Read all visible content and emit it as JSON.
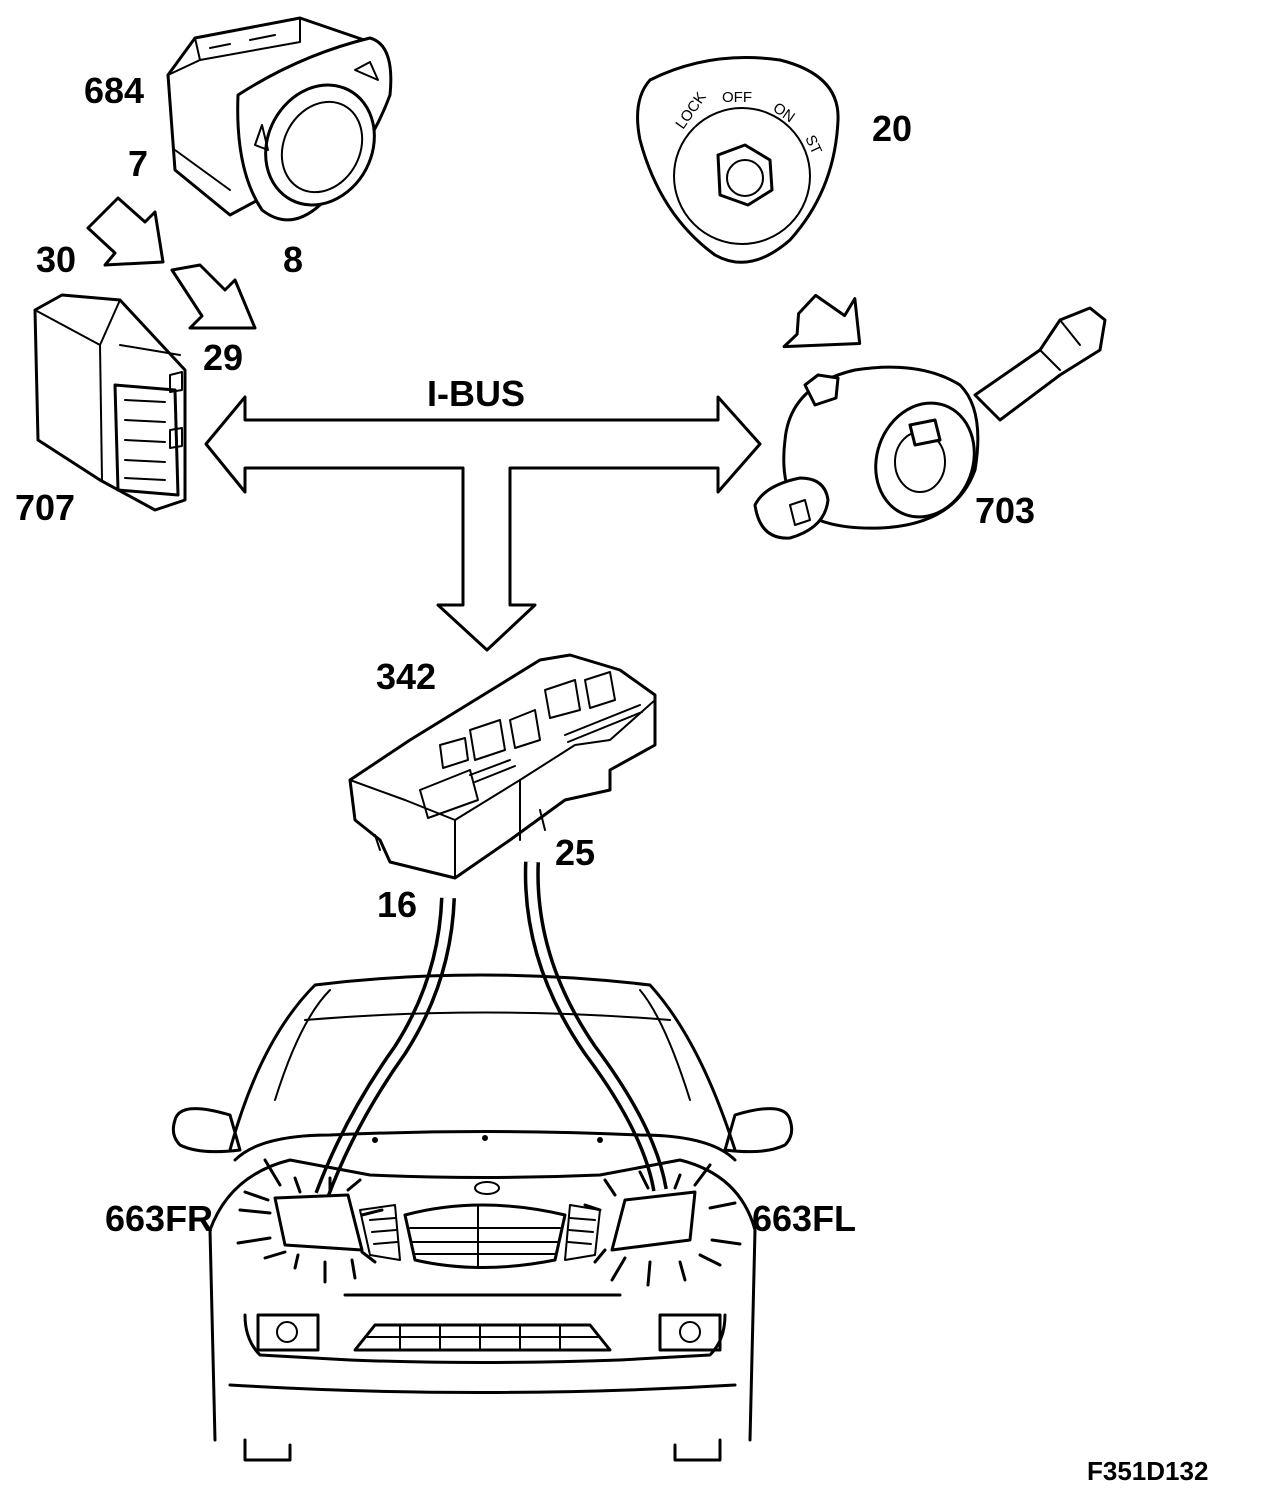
{
  "diagram": {
    "bus_label": "I-BUS",
    "figure_code": "F351D132",
    "labels": {
      "light_switch": "684",
      "switch_pin_a": "7",
      "switch_pin_b": "8",
      "arrow_pin_30": "30",
      "arrow_pin_29": "29",
      "module_707": "707",
      "ignition_switch": "20",
      "stalk_switch": "703",
      "fuse_box": "342",
      "pin_25": "25",
      "pin_16": "16",
      "headlamp_right": "663FR",
      "headlamp_left": "663FL"
    },
    "ignition_positions": [
      "LOCK",
      "OFF",
      "ON",
      "ST"
    ]
  }
}
